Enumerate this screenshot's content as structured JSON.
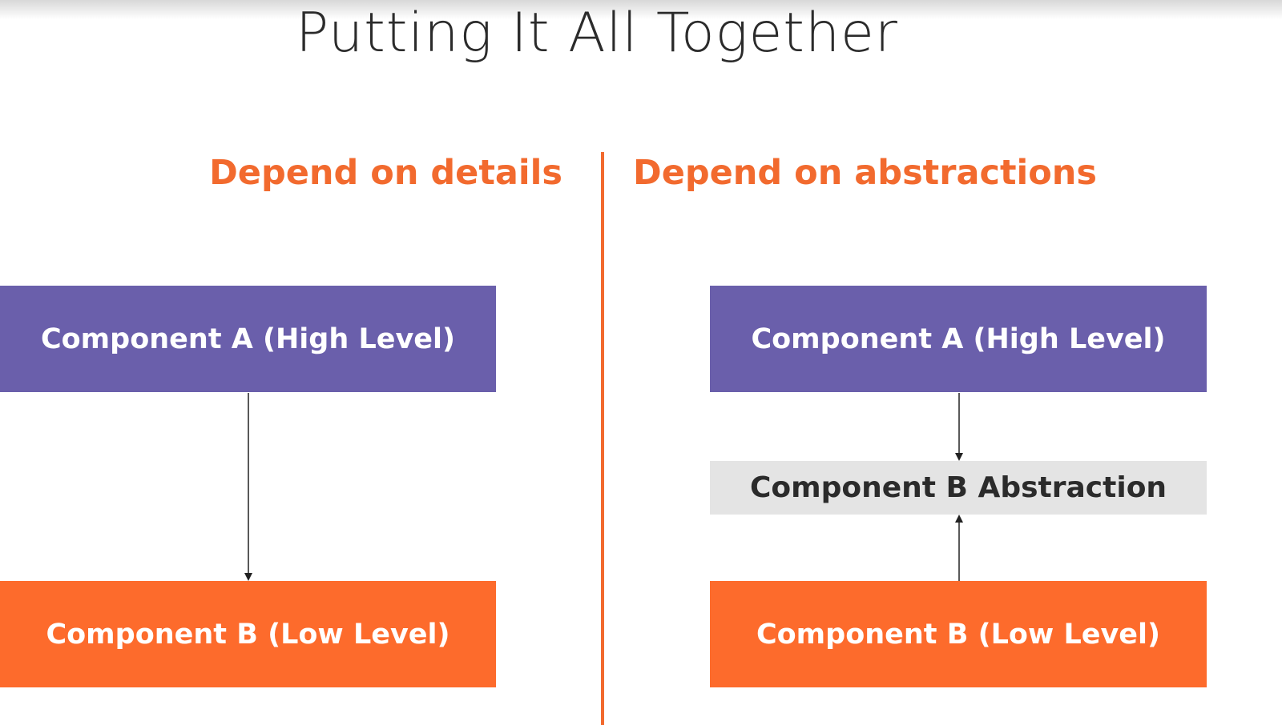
{
  "slide": {
    "title": "Putting It All Together"
  },
  "left_panel": {
    "heading": "Depend on details",
    "component_a": "Component A (High Level)",
    "component_b": "Component B (Low Level)"
  },
  "right_panel": {
    "heading": "Depend on abstractions",
    "component_a": "Component A (High Level)",
    "abstraction": "Component B Abstraction",
    "component_b": "Component B (Low Level)"
  },
  "colors": {
    "accent_orange": "#f26a2e",
    "high_level_purple": "#6a5fab",
    "low_level_orange": "#fd6b2c",
    "abstraction_gray": "#e4e4e4",
    "title_text": "#2b2b2b"
  }
}
